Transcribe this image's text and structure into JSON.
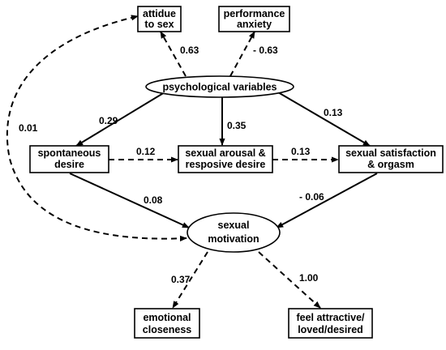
{
  "nodes": {
    "attitude_to_sex": {
      "line1": "attidue",
      "line2": "to sex"
    },
    "performance_anxiety": {
      "line1": "performance",
      "line2": "anxiety"
    },
    "psychological_variables": {
      "line1": "psychological variables"
    },
    "spontaneous_desire": {
      "line1": "spontaneous",
      "line2": "desire"
    },
    "sexual_arousal": {
      "line1": "sexual arousal &",
      "line2": "resposive desire"
    },
    "sexual_satisfaction": {
      "line1": "sexual satisfaction",
      "line2": "& orgasm"
    },
    "sexual_motivation": {
      "line1": "sexual",
      "line2": "motivation"
    },
    "emotional_closeness": {
      "line1": "emotional",
      "line2": "closeness"
    },
    "feel_attractive": {
      "line1": "feel attractive/",
      "line2": "loved/desired"
    }
  },
  "edges": [
    {
      "from": "psychological variables",
      "to": "attidue to sex",
      "coef": "0.63",
      "style": "dashed"
    },
    {
      "from": "psychological variables",
      "to": "performance anxiety",
      "coef": "- 0.63",
      "style": "dashed"
    },
    {
      "from": "psychological variables",
      "to": "spontaneous desire",
      "coef": "0.29",
      "style": "solid"
    },
    {
      "from": "psychological variables",
      "to": "sexual arousal & resposive desire",
      "coef": "0.35",
      "style": "solid"
    },
    {
      "from": "psychological variables",
      "to": "sexual satisfaction & orgasm",
      "coef": "0.13",
      "style": "solid"
    },
    {
      "from": "spontaneous desire",
      "to": "sexual arousal & resposive desire",
      "coef": "0.12",
      "style": "dashed"
    },
    {
      "from": "sexual arousal & resposive desire",
      "to": "sexual satisfaction & orgasm",
      "coef": "0.13",
      "style": "dashed"
    },
    {
      "from": "spontaneous desire",
      "to": "sexual motivation",
      "coef": "0.08",
      "style": "solid"
    },
    {
      "from": "sexual satisfaction & orgasm",
      "to": "sexual motivation",
      "coef": "- 0.06",
      "style": "solid"
    },
    {
      "from": "sexual motivation",
      "to": "attidue to sex",
      "coef": "0.01",
      "style": "dashed",
      "bidirectional": true
    },
    {
      "from": "sexual motivation",
      "to": "emotional closeness",
      "coef": "0.37",
      "style": "dashed"
    },
    {
      "from": "sexual motivation",
      "to": "feel attractive/ loved/desired",
      "coef": "1.00",
      "style": "dashed"
    }
  ]
}
